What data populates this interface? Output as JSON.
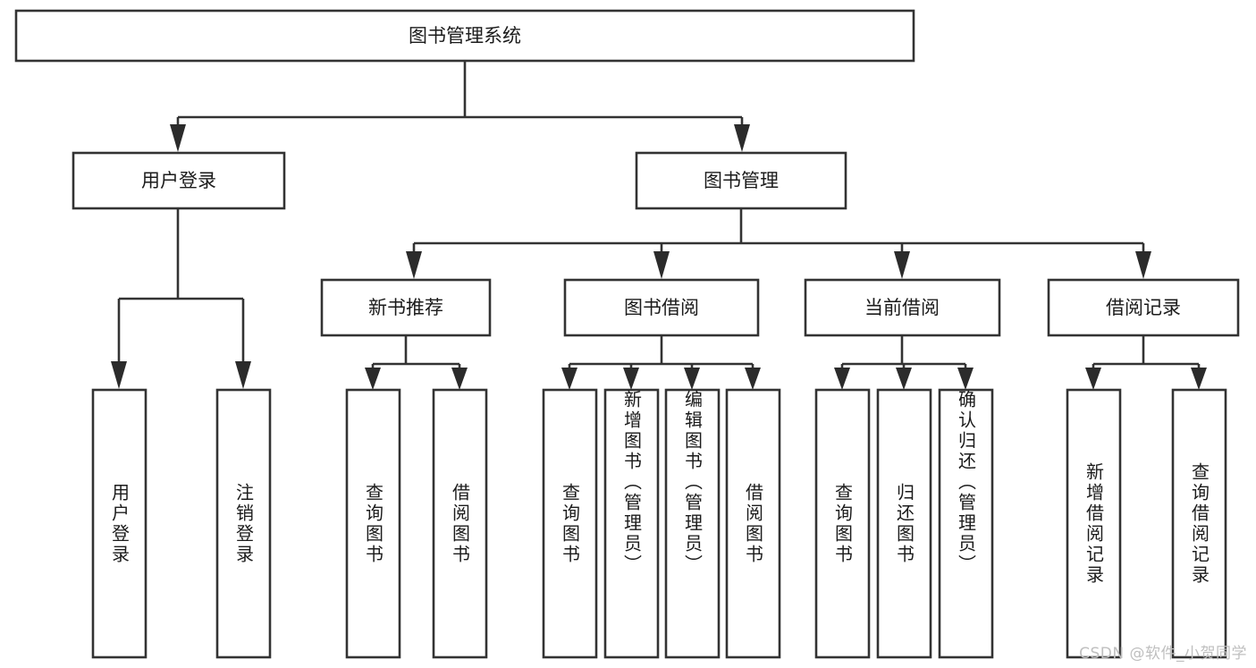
{
  "diagram": {
    "title": "图书管理系统",
    "type": "tree-hierarchy-chart",
    "watermark": "CSDN @软件_小贺同学",
    "colors": {
      "box_stroke": "#333333",
      "box_fill": "#ffffff",
      "line": "#333333",
      "arrow": "#2b2b2b",
      "text": "#1b1b1b",
      "watermark": "#bfbfbf",
      "background": "#ffffff"
    },
    "root": {
      "label": "图书管理系统"
    },
    "level2": [
      {
        "label": "用户登录"
      },
      {
        "label": "图书管理"
      }
    ],
    "level3": [
      {
        "label": "新书推荐"
      },
      {
        "label": "图书借阅"
      },
      {
        "label": "当前借阅"
      },
      {
        "label": "借阅记录"
      }
    ],
    "leaves_user_login": [
      {
        "label": "用户登录"
      },
      {
        "label": "注销登录"
      }
    ],
    "leaves_new_book": [
      {
        "label": "查询图书"
      },
      {
        "label": "借阅图书"
      }
    ],
    "leaves_borrow": [
      {
        "label": "查询图书"
      },
      {
        "label": "新增图书（管理员）"
      },
      {
        "label": "编辑图书（管理员）"
      },
      {
        "label": "借阅图书"
      }
    ],
    "leaves_current": [
      {
        "label": "查询图书"
      },
      {
        "label": "归还图书"
      },
      {
        "label": "确认归还（管理员）"
      }
    ],
    "leaves_record": [
      {
        "label": "新增借阅记录"
      },
      {
        "label": "查询借阅记录"
      }
    ]
  }
}
